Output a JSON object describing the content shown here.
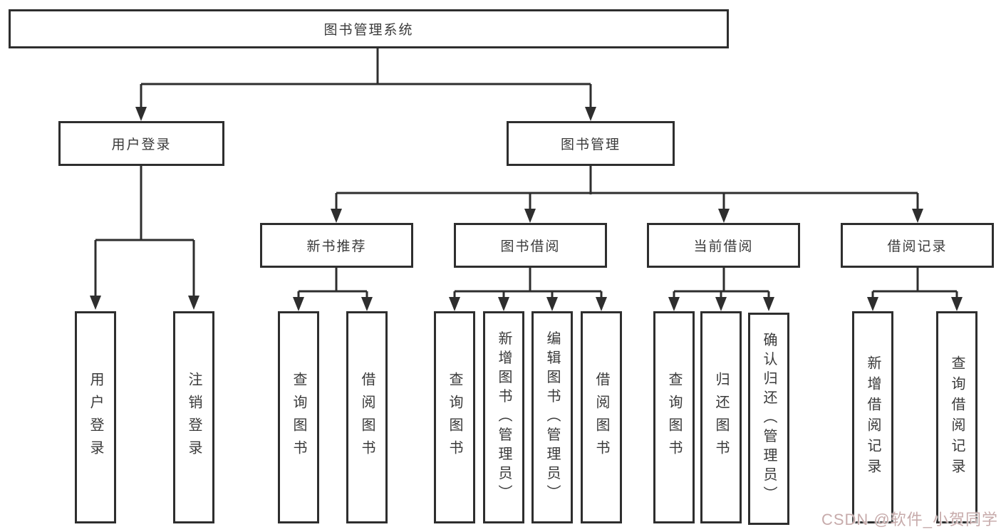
{
  "tree": {
    "label": "图书管理系统",
    "children": [
      {
        "label": "用户登录",
        "children": [
          {
            "label": "用户登录"
          },
          {
            "label": "注销登录"
          }
        ]
      },
      {
        "label": "图书管理",
        "children": [
          {
            "label": "新书推荐",
            "children": [
              {
                "label": "查询图书"
              },
              {
                "label": "借阅图书"
              }
            ]
          },
          {
            "label": "图书借阅",
            "children": [
              {
                "label": "查询图书"
              },
              {
                "label": "新增图书（管理员）"
              },
              {
                "label": "编辑图书（管理员）"
              },
              {
                "label": "借阅图书"
              }
            ]
          },
          {
            "label": "当前借阅",
            "children": [
              {
                "label": "查询图书"
              },
              {
                "label": "归还图书"
              },
              {
                "label": "确认归还（管理员）"
              }
            ]
          },
          {
            "label": "借阅记录",
            "children": [
              {
                "label": "新增借阅记录"
              },
              {
                "label": "查询借阅记录"
              }
            ]
          }
        ]
      }
    ]
  },
  "watermark": {
    "text": "CSDN @软件_小贺同学"
  },
  "colors": {
    "line": "#2e2e2e",
    "text": "#3a3a3a",
    "box_fill": "#ffffff",
    "watermark": "#c4a6a6"
  }
}
